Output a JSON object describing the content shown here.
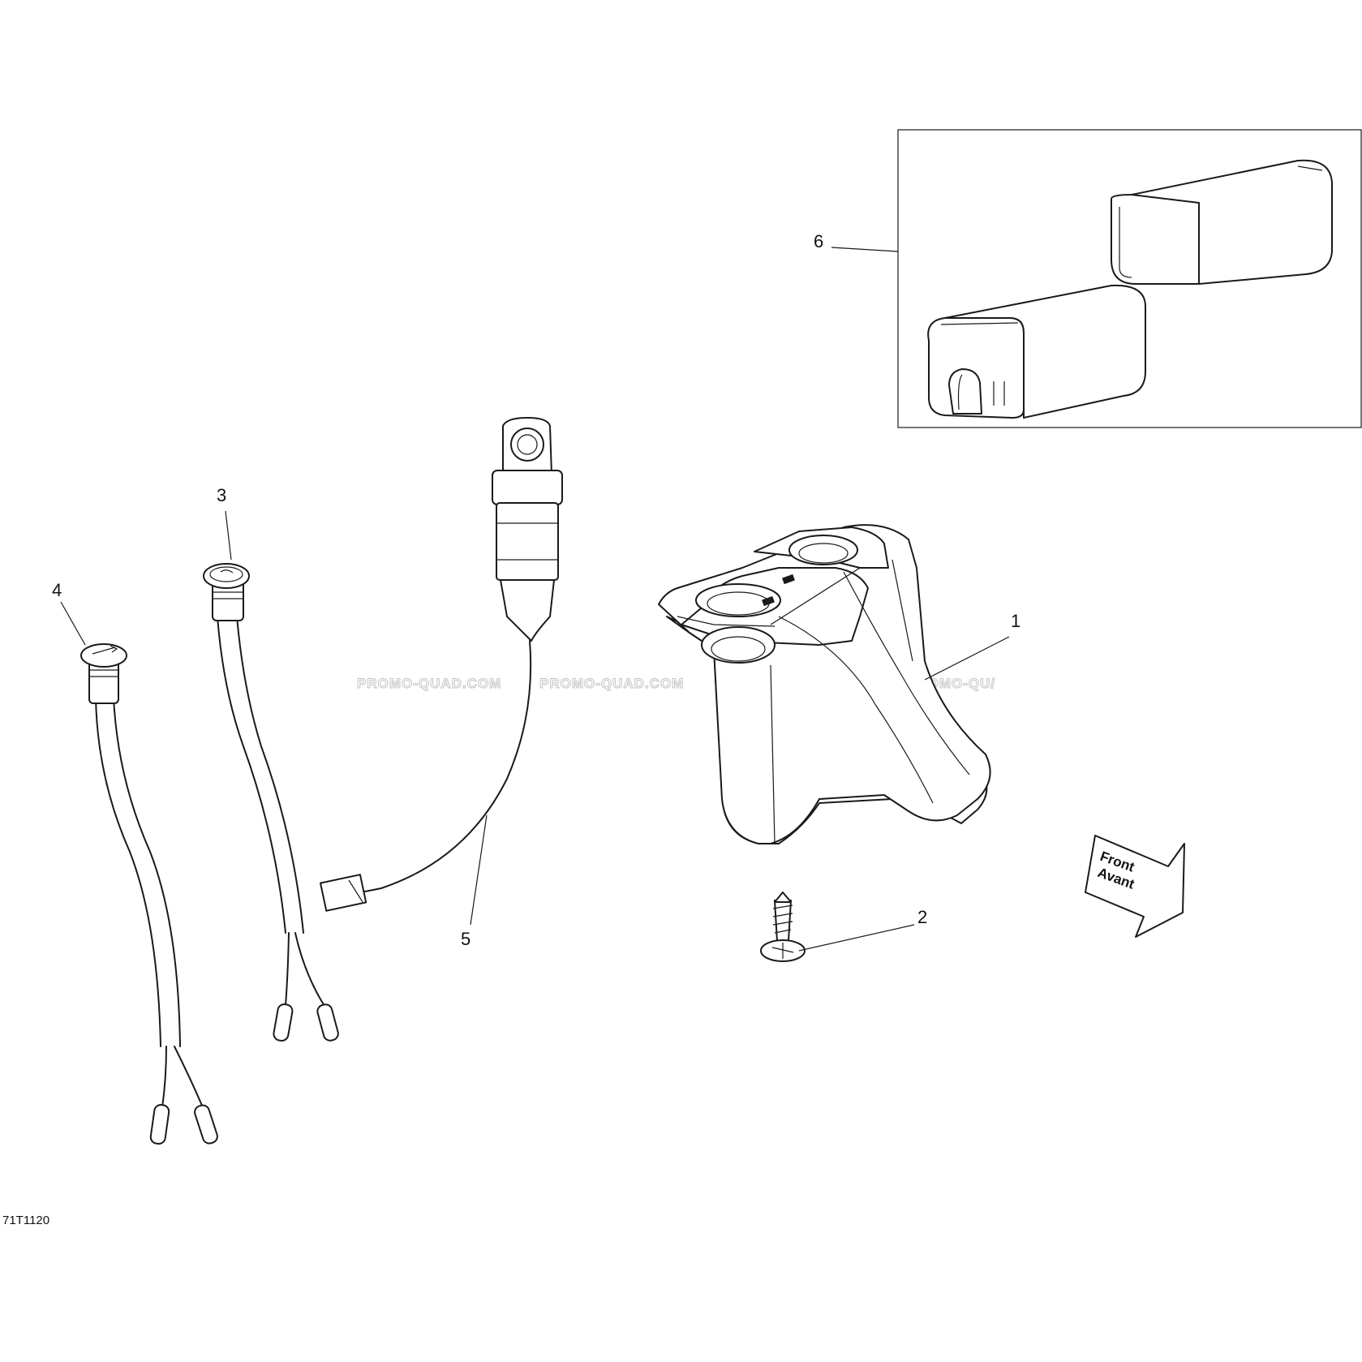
{
  "diagram": {
    "reference_code": "71T1120",
    "callouts": [
      "1",
      "2",
      "3",
      "4",
      "5",
      "6"
    ],
    "watermark": "PROMO-QUAD.COM",
    "watermark_clipped": "PROMO-QU/",
    "direction_arrow": {
      "line1": "Front",
      "line2": "Avant"
    },
    "parts": [
      {
        "id": "1",
        "icon": "console-housing-icon"
      },
      {
        "id": "2",
        "icon": "screw-icon"
      },
      {
        "id": "3",
        "icon": "light-switch-icon"
      },
      {
        "id": "4",
        "icon": "rocker-switch-icon"
      },
      {
        "id": "5",
        "icon": "ignition-switch-icon"
      },
      {
        "id": "6",
        "icon": "handlebar-pads-icon"
      }
    ]
  }
}
